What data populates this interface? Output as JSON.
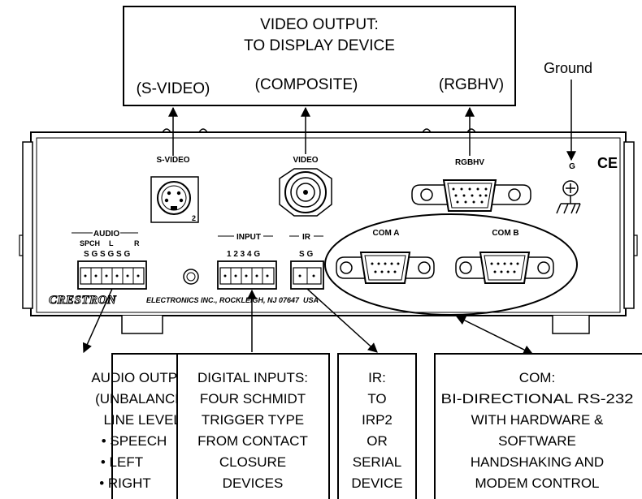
{
  "video_output_box": {
    "line1": "VIDEO OUTPUT:",
    "line2": "TO DISPLAY DEVICE",
    "svideo": "(S-VIDEO)",
    "composite": "(COMPOSITE)",
    "rgbhv": "(RGBHV)"
  },
  "ground_label": "Ground",
  "panel": {
    "svideo": "S-VIDEO",
    "svideo_pin": "2",
    "video": "VIDEO",
    "rgbhv": "RGBHV",
    "ground": "G",
    "ce": "CE",
    "audio": "AUDIO",
    "audio_spch": "SPCH",
    "audio_l": "L",
    "audio_r": "R",
    "audio_pins": "S G S G S G",
    "input": "INPUT",
    "input_pins": "1 2 3 4 G",
    "ir": "IR",
    "ir_pins": "S G",
    "com_a": "COM A",
    "com_b": "COM B",
    "logo": "CRESTRON",
    "address": "ELECTRONICS INC., ROCKLEIGH, NJ 07647  USA"
  },
  "callouts": {
    "audio": [
      "AUDIO OUTPUT:",
      "(UNBALANCED",
      "LINE LEVEL)",
      "• SPEECH",
      "• LEFT",
      "• RIGHT"
    ],
    "digital": [
      "DIGITAL INPUTS:",
      "FOUR SCHMIDT",
      "TRIGGER TYPE",
      "FROM CONTACT",
      "CLOSURE",
      "DEVICES"
    ],
    "ir": [
      "IR:",
      "TO",
      "IRP2",
      "OR",
      "SERIAL",
      "DEVICE"
    ],
    "com": [
      "COM:",
      "BI-DIRECTIONAL RS-232",
      "WITH HARDWARE &",
      "SOFTWARE",
      "HANDSHAKING AND",
      "MODEM CONTROL"
    ]
  }
}
